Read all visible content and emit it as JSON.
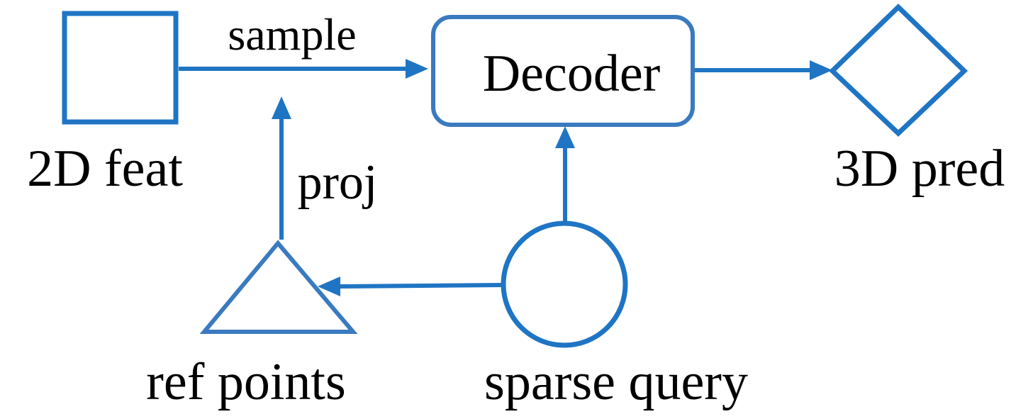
{
  "nodes": {
    "feat2d": {
      "shape": "square",
      "label": "2D feat"
    },
    "decoder": {
      "shape": "rounded-rectangle",
      "label": "Decoder"
    },
    "pred3d": {
      "shape": "diamond",
      "label": "3D pred"
    },
    "ref_points": {
      "shape": "triangle",
      "label": "ref points"
    },
    "sparse_query": {
      "shape": "circle",
      "label": "sparse query"
    }
  },
  "edges": {
    "sample": {
      "from": "2D feat",
      "to": "Decoder",
      "label": "sample"
    },
    "proj": {
      "from": "ref points",
      "to": "sample",
      "label": "proj"
    },
    "query_to_decoder": {
      "from": "sparse query",
      "to": "Decoder",
      "label": ""
    },
    "query_to_ref": {
      "from": "sparse query",
      "to": "ref points",
      "label": ""
    },
    "decoder_to_pred": {
      "from": "Decoder",
      "to": "3D pred",
      "label": ""
    }
  },
  "colors": {
    "stroke": "#1f75c4",
    "decoder_stroke": "#3a7abf",
    "text": "#000000",
    "background": "#ffffff"
  }
}
